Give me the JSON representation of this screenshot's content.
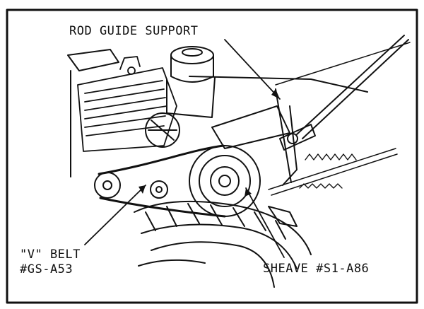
{
  "figure": {
    "labels": {
      "rod_guide_support": "ROD GUIDE SUPPORT",
      "v_belt_line1": "\"V\" BELT",
      "v_belt_line2": "#GS-A53",
      "sheave": "SHEAVE #S1-A86"
    },
    "colors": {
      "ink": "#111111",
      "paper": "#ffffff"
    }
  }
}
